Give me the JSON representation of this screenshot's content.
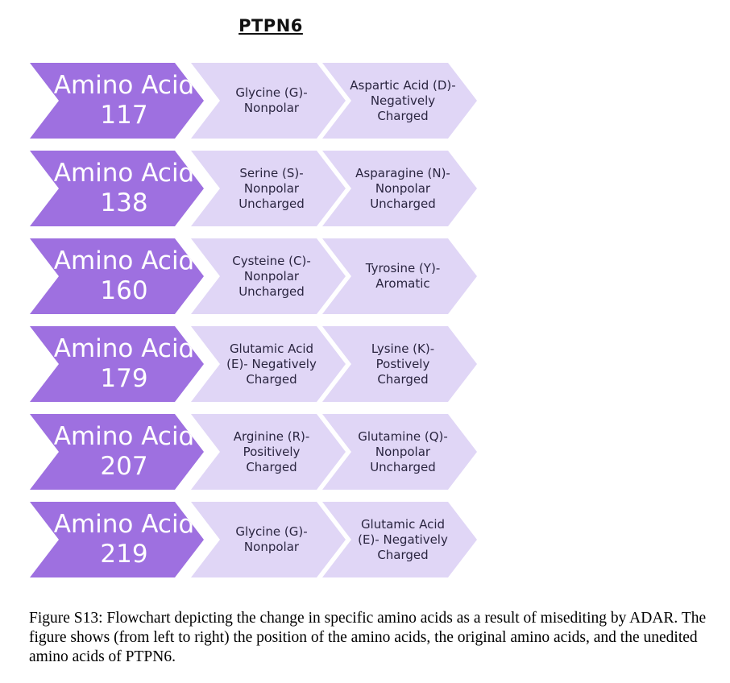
{
  "title": "PTPN6",
  "rows": [
    {
      "position": "Amino Acid 117",
      "original": "Glycine (G)- Nonpolar",
      "unedited": "Aspartic Acid (D)- Negatively Charged"
    },
    {
      "position": "Amino Acid 138",
      "original": "Serine (S)- Nonpolar Uncharged",
      "unedited": "Asparagine (N)- Nonpolar Uncharged"
    },
    {
      "position": "Amino Acid 160",
      "original": "Cysteine (C)- Nonpolar Uncharged",
      "unedited": "Tyrosine (Y)- Aromatic"
    },
    {
      "position": "Amino Acid 179",
      "original": "Glutamic Acid (E)- Negatively Charged",
      "unedited": "Lysine (K)- Postively Charged"
    },
    {
      "position": "Amino Acid 207",
      "original": "Arginine (R)- Positively Charged",
      "unedited": "Glutamine (Q)- Nonpolar Uncharged"
    },
    {
      "position": "Amino Acid 219",
      "original": "Glycine (G)- Nonpolar",
      "unedited": "Glutamic Acid (E)- Negatively Charged"
    }
  ],
  "caption": "Figure S13: Flowchart depicting the change in specific amino acids as a result of misediting by ADAR. The figure shows (from left to right) the position of the amino acids, the original amino acids, and the unedited amino acids of PTPN6.",
  "colors": {
    "main_chevron": "#9e70e0",
    "sub_chevron": "#e0d6f6",
    "main_text": "#ffffff",
    "sub_text": "#2a2540"
  }
}
